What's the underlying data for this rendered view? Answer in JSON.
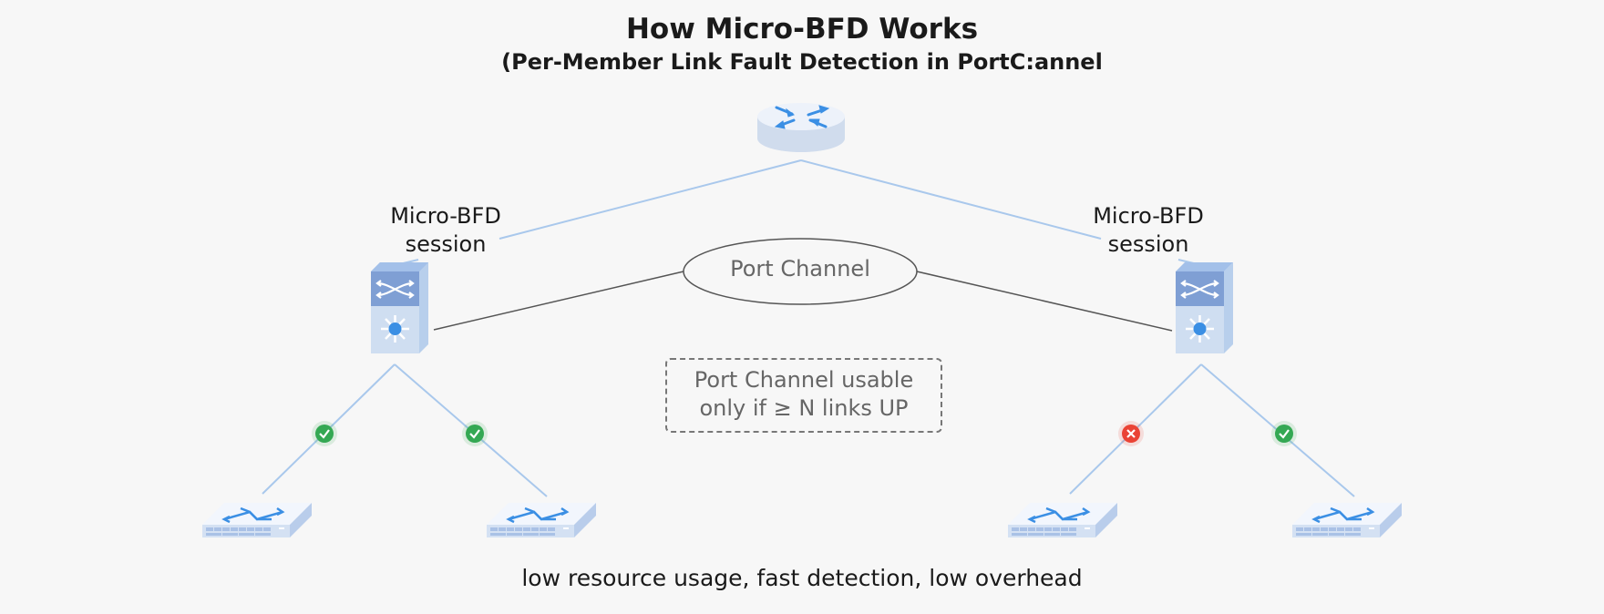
{
  "title": "How Micro-BFD Works",
  "subtitle": "(Per-Member Link Fault Detection in PortC:annel",
  "core_router": {
    "icon": "router-icon"
  },
  "sessions": {
    "left": {
      "line1": "Micro-BFD",
      "line2": "session"
    },
    "right": {
      "line1": "Micro-BFD",
      "line2": "session"
    }
  },
  "port_channel_label": "Port Channel",
  "note": {
    "line1": "Port Channel usable",
    "line2": "only if ≥ N links UP"
  },
  "distribution_switches": [
    {
      "side": "left",
      "icon": "layer3-switch-icon"
    },
    {
      "side": "right",
      "icon": "layer3-switch-icon"
    }
  ],
  "member_links": [
    {
      "parent": "left",
      "status": "up",
      "status_icon": "check-icon"
    },
    {
      "parent": "left",
      "status": "up",
      "status_icon": "check-icon"
    },
    {
      "parent": "right",
      "status": "down",
      "status_icon": "cross-icon"
    },
    {
      "parent": "right",
      "status": "up",
      "status_icon": "check-icon"
    }
  ],
  "footer": "low resource usage, fast detection, low overhead",
  "colors": {
    "link_blue": "#a9c8ec",
    "status_up": "#34a853",
    "status_down": "#ea4335",
    "icon_blue": "#3b8fe4"
  }
}
